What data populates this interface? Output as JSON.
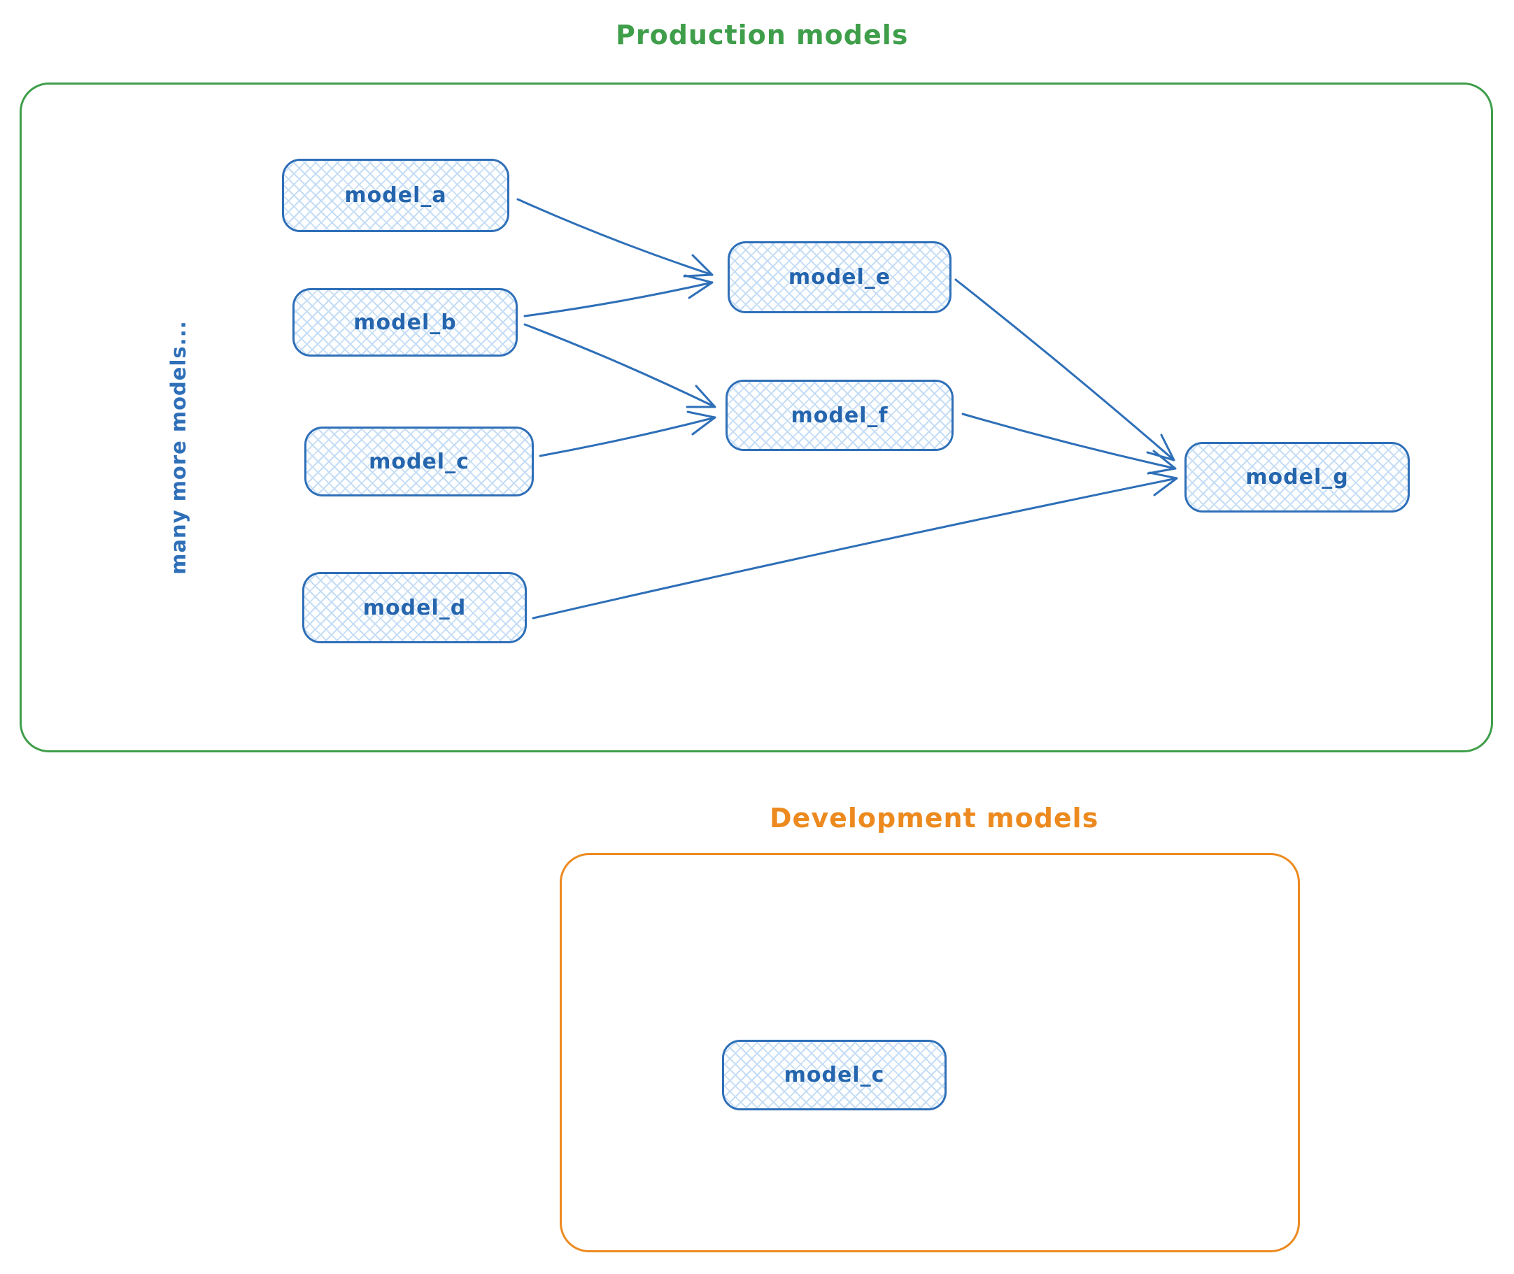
{
  "colors": {
    "production_accent": "#3f9e4a",
    "development_accent": "#ec8a1f",
    "node_stroke": "#2e6fb8",
    "node_fill_hatch": "#c5ddf5",
    "node_text": "#2465ae"
  },
  "production": {
    "title": "Production models",
    "side_label": "many more models...",
    "nodes": {
      "model_a": "model_a",
      "model_b": "model_b",
      "model_c": "model_c",
      "model_d": "model_d",
      "model_e": "model_e",
      "model_f": "model_f",
      "model_g": "model_g"
    }
  },
  "development": {
    "title": "Development models",
    "nodes": {
      "model_c": "model_c"
    }
  },
  "edges": [
    {
      "from": "model_a",
      "to": "model_e"
    },
    {
      "from": "model_b",
      "to": "model_e"
    },
    {
      "from": "model_b",
      "to": "model_f"
    },
    {
      "from": "model_c",
      "to": "model_f"
    },
    {
      "from": "model_e",
      "to": "model_g"
    },
    {
      "from": "model_f",
      "to": "model_g"
    },
    {
      "from": "model_d",
      "to": "model_g"
    }
  ]
}
